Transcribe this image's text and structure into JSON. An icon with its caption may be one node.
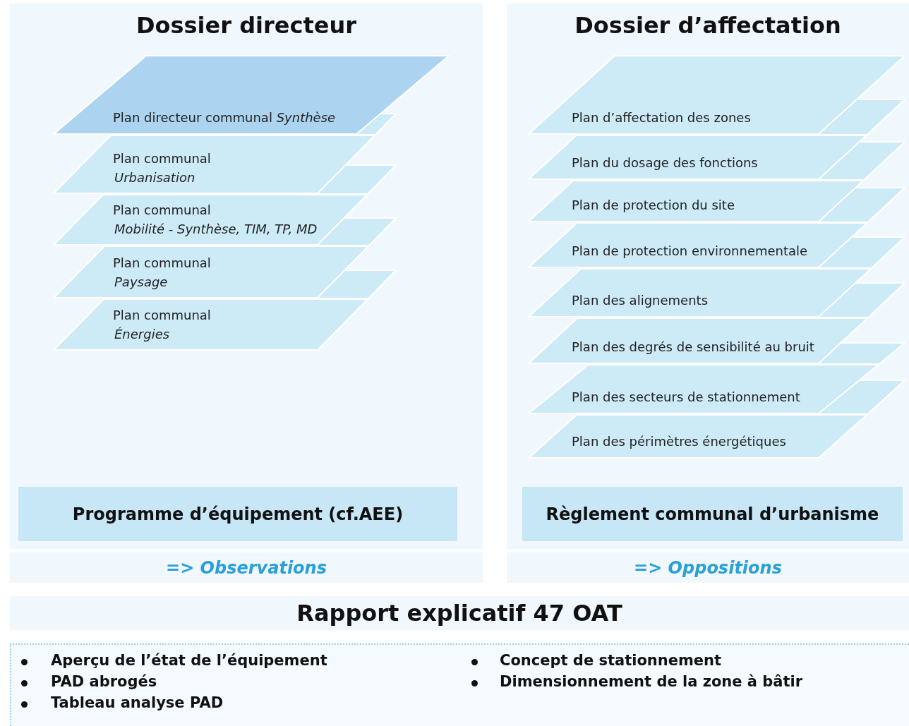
{
  "diagram": {
    "title": "Rapport explicatif 47 OAT",
    "nodes": [
      {
        "text": [
          "Dossier directeur"
        ]
      },
      {
        "text": [
          "Plan directeur communal *Synthèse*"
        ],
        "in": 0
      },
      {
        "text": [
          "Plan communal",
          "Urbanisation"
        ],
        "in": 0
      },
      {
        "text": [
          "Plan communal",
          "Mobilité - Synthèse, TIM, TP, MD"
        ],
        "in": 0
      },
      {
        "text": [
          "Plan communal",
          "Paysage"
        ],
        "in": 0
      },
      {
        "text": [
          "Plan communal",
          "Énergies"
        ],
        "in": 0
      },
      {
        "text": [
          "Programme d’équipement (cf.AEE)"
        ],
        "in": 0
      },
      {
        "text": [
          "Dossier d’affectation"
        ]
      },
      {
        "text": [
          "Plan d’affectation des zones"
        ],
        "in": 7
      },
      {
        "text": [
          "Plan du dosage des fonctions"
        ],
        "in": 7
      },
      {
        "text": [
          "Plan de protection du site"
        ],
        "in": 7
      },
      {
        "text": [
          "Plan de protection environnementale"
        ],
        "in": 7
      },
      {
        "text": [
          "Plan des alignements"
        ],
        "in": 7
      },
      {
        "text": [
          "Plan des degrés de sensibilité au bruit"
        ],
        "in": 7
      },
      {
        "text": [
          "Plan des secteurs de stationnement"
        ],
        "in": 7
      },
      {
        "text": [
          "Plan des périmètres énergétiques"
        ],
        "in": 7
      },
      {
        "text": [
          "Règlement communal d’urbanisme"
        ],
        "in": 7
      },
      {
        "text": [
          "=> Observations"
        ]
      },
      {
        "text": [
          "=> Oppositions"
        ]
      },
      {
        "text": [
          "Aperçu de l’état de l’équipement",
          "PAD abrogés",
          "Tableau analyse PAD",
          "Concept de stationnement",
          "Dimensionnement de la zone à bâtir"
        ]
      }
    ],
    "edges": []
  }
}
